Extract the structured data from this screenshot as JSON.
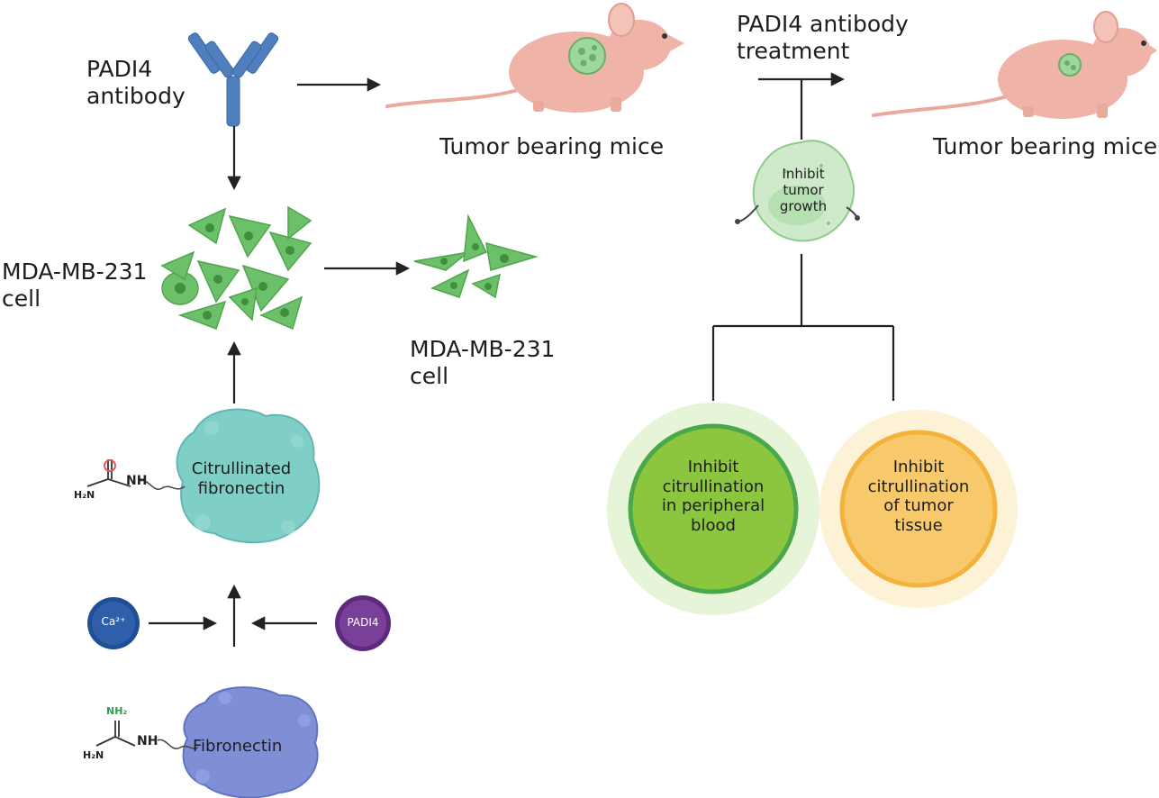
{
  "labels": {
    "padi4_antibody_line1": "PADI4",
    "padi4_antibody_line2": "antibody",
    "tumor_mice_left": "Tumor bearing mice",
    "treatment_line1": "PADI4 antibody",
    "treatment_line2": "treatment",
    "tumor_mice_right": "Tumor bearing mice",
    "inhibit_tumor_line1": "Inhibit",
    "inhibit_tumor_line2": "tumor",
    "inhibit_tumor_line3": "growth",
    "mda_left_line1": "MDA-MB-231",
    "mda_left_line2": "cell",
    "mda_right_line1": "MDA-MB-231",
    "mda_right_line2": "cell",
    "cit_fib_line1": "Citrullinated",
    "cit_fib_line2": "fibronectin",
    "fibronectin": "Fibronectin",
    "ca_badge": "Ca²⁺",
    "padi4_badge": "PADI4",
    "blood_line1": "Inhibit",
    "blood_line2": "citrullination",
    "blood_line3": "in peripheral",
    "blood_line4": "blood",
    "tissue_line1": "Inhibit",
    "tissue_line2": "citrullination",
    "tissue_line3": "of tumor",
    "tissue_line4": "tissue",
    "chem_top_h2n": "H₂N",
    "chem_top_nh": "NH",
    "chem_bottom_h2n": "H₂N",
    "chem_bottom_nh2": "NH₂",
    "chem_bottom_nh": "NH"
  },
  "colors": {
    "antibody": "#4f7fbf",
    "mouse": "#efb3a8",
    "cell_green": "#6cc06a",
    "cit_fibronectin": "#7fcfc6",
    "fibronectin": "#7e8fd6",
    "ca_badge": "#2f5fa8",
    "padi4_badge": "#7a3f98",
    "blood_outer": "#e6f4d8",
    "blood_inner": "#8cc63f",
    "tissue_outer": "#fdf2d6",
    "tissue_inner": "#f8c96a"
  },
  "icons": [
    "antibody-icon",
    "mouse-icon",
    "cancer-cell-icon",
    "cell-cluster-icon",
    "protein-blob-icon"
  ]
}
